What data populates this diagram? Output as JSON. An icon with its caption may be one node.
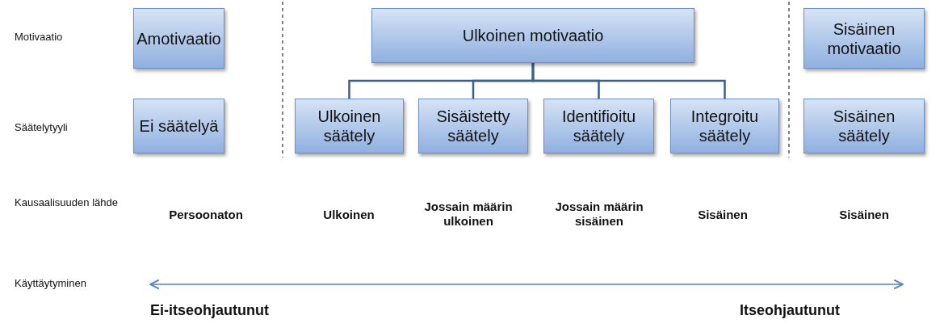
{
  "diagram": {
    "nodes": [
      {
        "text": [
          "Amotivaatio"
        ]
      },
      {
        "text": [
          "Ulkoinen motivaatio"
        ]
      },
      {
        "text": [
          "Sisäinen motivaatio"
        ]
      },
      {
        "text": [
          "Ei säätelyä"
        ]
      },
      {
        "text": [
          "Ulkoinen säätely"
        ]
      },
      {
        "text": [
          "Sisäistetty säätely"
        ]
      },
      {
        "text": [
          "Identifioitu säätely"
        ]
      },
      {
        "text": [
          "Integroitu säätely"
        ]
      },
      {
        "text": [
          "Sisäinen säätely"
        ]
      }
    ],
    "edges": [
      {
        "from": 1,
        "to": 4,
        "arrow": "none"
      },
      {
        "from": 1,
        "to": 5,
        "arrow": "none"
      },
      {
        "from": 1,
        "to": 6,
        "arrow": "none"
      },
      {
        "from": 1,
        "to": 7,
        "arrow": "none"
      }
    ],
    "labels": [
      "Motivaatio",
      "Säätelytyyli",
      "Kausaalisuuden lähde",
      "Persoonaton",
      "Ulkoinen",
      "Jossain määrin ulkoinen",
      "Jossain määrin sisäinen",
      "Sisäinen",
      "Sisäinen",
      "Käyttäytyminen",
      "Ei-itseohjautunut",
      "Itseohjautunut"
    ]
  }
}
